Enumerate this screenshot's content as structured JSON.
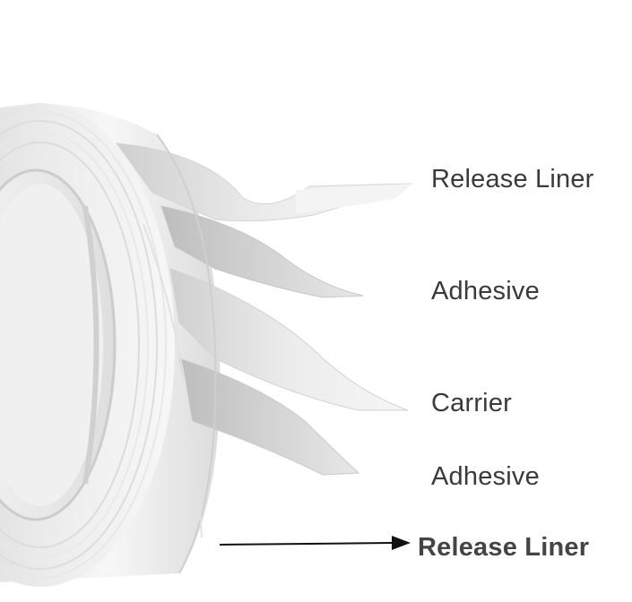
{
  "labels": {
    "layer_1": "Release Liner",
    "layer_2": "Adhesive",
    "layer_3": "Carrier",
    "layer_4": "Adhesive",
    "layer_5": "Release Liner"
  },
  "colors": {
    "background": "#ffffff",
    "tape_light": "#f2f2f2",
    "tape_mid": "#d9d9d9",
    "tape_shadow": "#b8b8b8",
    "arrow": "#111111",
    "text": "#3a3a3a"
  },
  "icons": {
    "tape_roll": "tape-roll-illustration",
    "arrow": "arrow-right-icon"
  }
}
